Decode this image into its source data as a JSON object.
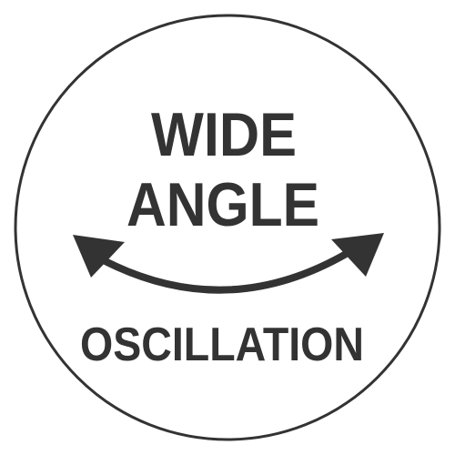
{
  "badge": {
    "line1": "WIDE",
    "line2": "ANGLE",
    "line3": "OSCILLATION",
    "ring_color": "#333333",
    "text_color": "#333333",
    "arrow_color": "#333333",
    "background": "#ffffff",
    "arrow_icon": "double-headed-curved-arrow-icon"
  }
}
